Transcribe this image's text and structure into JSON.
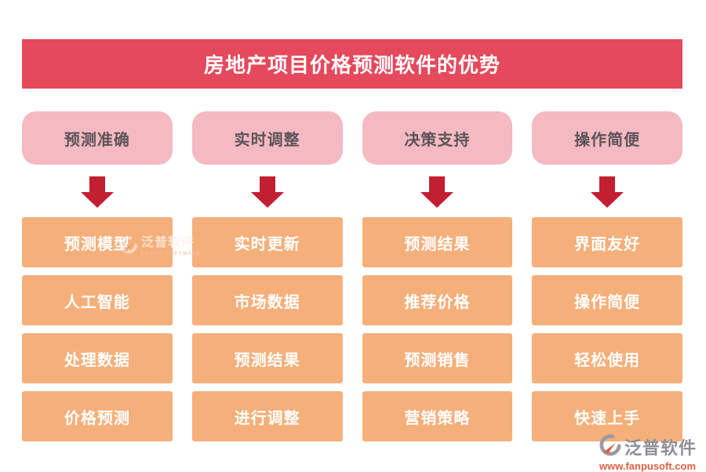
{
  "title": "房地产项目价格预测软件的优势",
  "columns": [
    {
      "header": "预测准确",
      "items": [
        "预测模型",
        "人工智能",
        "处理数据",
        "价格预测"
      ]
    },
    {
      "header": "实时调整",
      "items": [
        "实时更新",
        "市场数据",
        "预测结果",
        "进行调整"
      ]
    },
    {
      "header": "决策支持",
      "items": [
        "预测结果",
        "推荐价格",
        "预测销售",
        "营销策略"
      ]
    },
    {
      "header": "操作简便",
      "items": [
        "界面友好",
        "操作简便",
        "轻松使用",
        "快速上手"
      ]
    }
  ],
  "watermark": {
    "brand": "泛普软件",
    "brand_en": "FANPU SOFTWARE"
  },
  "footer_logo": {
    "brand": "泛普软件",
    "website": "www.fanpusoft.com"
  },
  "colors": {
    "banner": "#e4495c",
    "pink": "#f4b9c1",
    "pink-text": "#5b545a",
    "orange": "#f5af7a",
    "arrow": "#c21f33",
    "logo-gray": "#8e8e96",
    "logo-orange": "#dd5f43"
  }
}
